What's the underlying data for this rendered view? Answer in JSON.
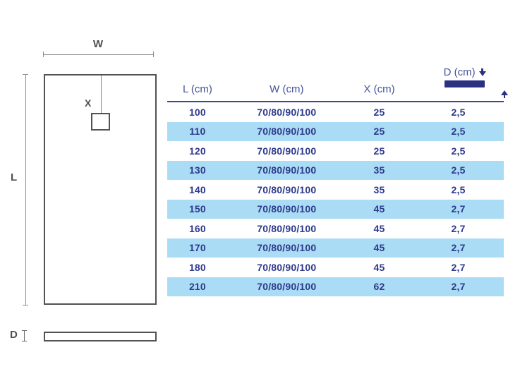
{
  "diagram": {
    "width_label": "W",
    "length_label": "L",
    "drain_offset_label": "X",
    "depth_label": "D"
  },
  "table": {
    "headers": {
      "l": "L (cm)",
      "w": "W (cm)",
      "x": "X (cm)",
      "d": "D (cm)"
    },
    "rows": [
      {
        "l": "100",
        "w": "70/80/90/100",
        "x": "25",
        "d": "2,5"
      },
      {
        "l": "110",
        "w": "70/80/90/100",
        "x": "25",
        "d": "2,5"
      },
      {
        "l": "120",
        "w": "70/80/90/100",
        "x": "25",
        "d": "2,5"
      },
      {
        "l": "130",
        "w": "70/80/90/100",
        "x": "35",
        "d": "2,5"
      },
      {
        "l": "140",
        "w": "70/80/90/100",
        "x": "35",
        "d": "2,5"
      },
      {
        "l": "150",
        "w": "70/80/90/100",
        "x": "45",
        "d": "2,7"
      },
      {
        "l": "160",
        "w": "70/80/90/100",
        "x": "45",
        "d": "2,7"
      },
      {
        "l": "170",
        "w": "70/80/90/100",
        "x": "45",
        "d": "2,7"
      },
      {
        "l": "180",
        "w": "70/80/90/100",
        "x": "45",
        "d": "2,7"
      },
      {
        "l": "210",
        "w": "70/80/90/100",
        "x": "62",
        "d": "2,7"
      }
    ]
  },
  "colors": {
    "row_highlight": "#aadcf5",
    "header_text": "#44549b",
    "value_text": "#2e3a8c",
    "accent_navy": "#2b3182",
    "drawing_line": "#525252"
  }
}
